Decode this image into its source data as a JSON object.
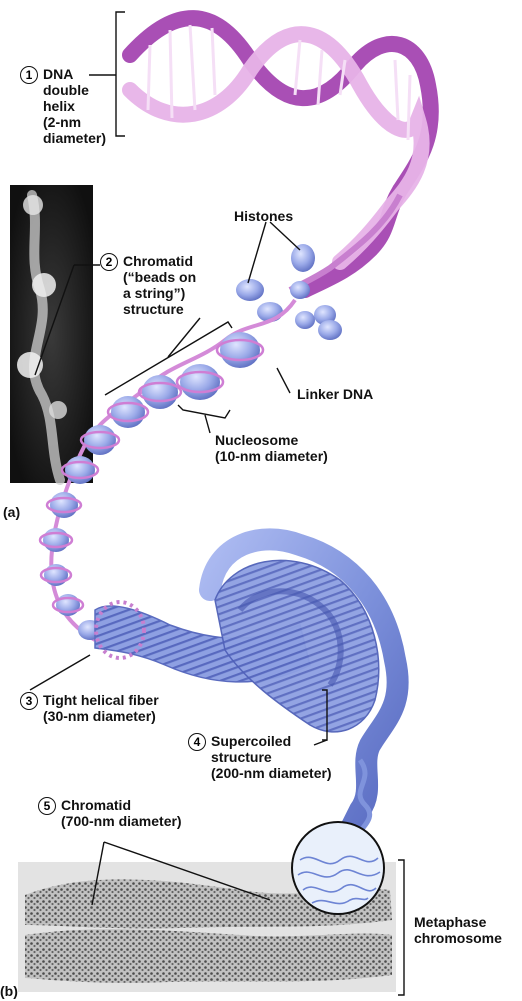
{
  "labels": {
    "dna": {
      "num": "1",
      "text": "DNA\ndouble\nhelix\n(2-nm\ndiameter)"
    },
    "histones": "Histones",
    "chromatid": {
      "num": "2",
      "text": "Chromatid\n(“beads on\na string”)\nstructure"
    },
    "linker": "Linker DNA",
    "nucleosome": "Nucleosome\n(10-nm diameter)",
    "panel_a": "(a)",
    "tight": {
      "num": "3",
      "text": "Tight helical fiber\n(30-nm diameter)"
    },
    "supercoiled": {
      "num": "4",
      "text": "Supercoiled\nstructure\n(200-nm diameter)"
    },
    "chromatid700": {
      "num": "5",
      "text": "Chromatid\n(700-nm diameter)"
    },
    "metaphase": "Metaphase\nchromosome",
    "panel_b": "(b)"
  },
  "colors": {
    "dna_dark": "#9b3fa8",
    "dna_light": "#e2a8e3",
    "histone": "#8e9fe0",
    "histone_dark": "#5d6fc0",
    "fiber": "#7f93dc",
    "micrograph": "#1c1c1c"
  }
}
